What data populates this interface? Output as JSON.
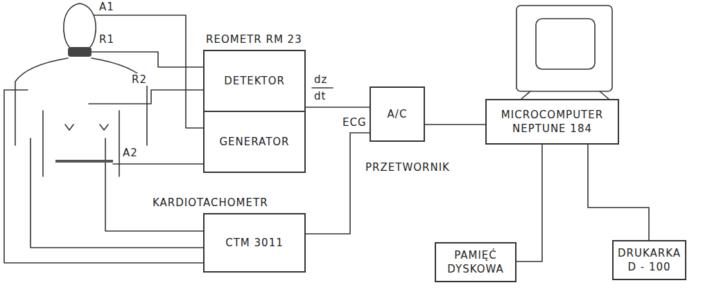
{
  "diagram": {
    "nodes": [
      {
        "text": [
          "REOMETR RM 23"
        ]
      },
      {
        "text": [
          "DETEKTOR"
        ],
        "in": 0
      },
      {
        "text": [
          "GENERATOR"
        ],
        "in": 0
      },
      {
        "text": [
          "A/C",
          "PRZETWORNIK"
        ]
      },
      {
        "text": [
          "MICROCOMPUTER NEPTUNE 184"
        ]
      },
      {
        "text": [
          "KARDIOTACHOMETR",
          "CTM 3011"
        ]
      },
      {
        "text": [
          "PAMIĘĆ DYSKOWA"
        ]
      },
      {
        "text": [
          "DRUKARKA D - 100"
        ]
      }
    ],
    "edges": [
      {
        "from": 1,
        "to": 3,
        "arrow": "none"
      },
      {
        "from": 5,
        "to": 3,
        "label": "ECG",
        "arrow": "none"
      },
      {
        "from": 3,
        "to": 4,
        "arrow": "none"
      },
      {
        "from": 4,
        "to": 6,
        "arrow": "none"
      },
      {
        "from": 4,
        "to": 7,
        "arrow": "none"
      }
    ],
    "labels": [
      "A1",
      "R1",
      "R2",
      "A2",
      "dz",
      "dt"
    ]
  }
}
